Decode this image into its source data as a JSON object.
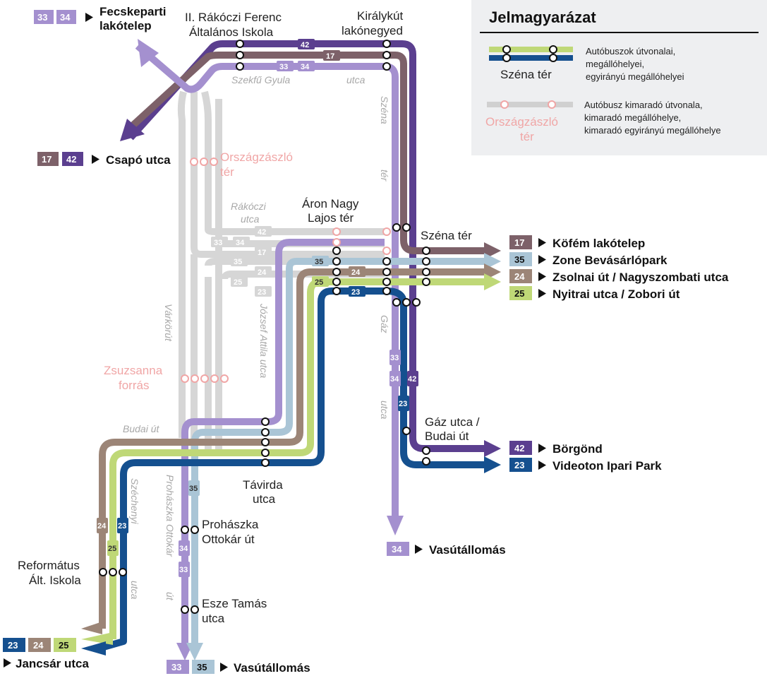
{
  "colors": {
    "r17": "#7d6169",
    "r42": "#5b3f8f",
    "r33": "#a490cf",
    "r34": "#a490cf",
    "r35": "#aac5d6",
    "r24": "#9c8577",
    "r25": "#bfd877",
    "r23": "#15508f",
    "omitted": "#d6d6d6",
    "omitted_stop": "#f0a6a6"
  },
  "legend": {
    "title": "Jelmagyarázat",
    "active_text": [
      "Autóbuszok útvonalai,",
      "megállóhelyei,",
      "egyirányú megállóhelyei"
    ],
    "active_stop": "Széna tér",
    "omitted_text": [
      "Autóbusz kimaradó útvonala,",
      "kimaradó megállóhelye,",
      "kimaradó egyirányú megállóhelye"
    ],
    "omitted_stop": [
      "Országzászló",
      "tér"
    ]
  },
  "stops": {
    "rakoczi_school": [
      "II. Rákóczi Ferenc",
      "Általános Iskola"
    ],
    "kiralykut": [
      "Királykút",
      "lakónegyed"
    ],
    "orszagzaszlo": [
      "Országzászló",
      "tér"
    ],
    "aron_nagy": [
      "Áron Nagy",
      "Lajos tér"
    ],
    "szena_ter": "Széna tér",
    "zsuzsanna": [
      "Zsuzsanna",
      "forrás"
    ],
    "gaz_budai": [
      "Gáz utca /",
      "Budai út"
    ],
    "tavirda": [
      "Távirda",
      "utca"
    ],
    "prohaszka": [
      "Prohászka",
      "Ottokár út"
    ],
    "reformatus": [
      "Református",
      "Ált. Iskola"
    ],
    "esze": [
      "Esze Tamás",
      "utca"
    ]
  },
  "streets": {
    "szekfu": "Szekfű Gyula",
    "utca1": "utca",
    "szena_word": "Széna",
    "ter_word": "tér",
    "rakoczi": [
      "Rákóczi",
      "utca"
    ],
    "varkorut": "Várkörút",
    "jozsef": "József Attila utca",
    "gaz": "Gáz",
    "utca_gaz": "utca",
    "budai": "Budai út",
    "szechenyi": "Széchenyi",
    "utca_sz": "utca",
    "prohaszka_st": "Prohászka Ottokár",
    "ut": "út"
  },
  "destinations": {
    "fecskeparti": {
      "routes": [
        "33",
        "34"
      ],
      "name": [
        "Fecskeparti",
        "lakótelep"
      ]
    },
    "csapo": {
      "routes": [
        "17",
        "42"
      ],
      "name": "Csapó utca"
    },
    "kofem": {
      "routes": [
        "17"
      ],
      "name": "Köfém lakótelep"
    },
    "zone": {
      "routes": [
        "35"
      ],
      "name": "Zone Bevásárlópark"
    },
    "zsolnai": {
      "routes": [
        "24"
      ],
      "name": "Zsolnai út / Nagyszombati utca"
    },
    "nyitrai": {
      "routes": [
        "25"
      ],
      "name": "Nyitrai utca / Zobori út"
    },
    "borgond": {
      "routes": [
        "42"
      ],
      "name": "Börgönd"
    },
    "videoton": {
      "routes": [
        "23"
      ],
      "name": "Videoton Ipari Park"
    },
    "vasut34": {
      "routes": [
        "34"
      ],
      "name": "Vasútállomás"
    },
    "jancsar": {
      "routes": [
        "23",
        "24",
        "25"
      ],
      "name": "Jancsár utca"
    },
    "vasut3335": {
      "routes": [
        "33",
        "35"
      ],
      "name": "Vasútállomás"
    }
  },
  "route_tags": {
    "r42": "42",
    "r17": "17",
    "r33": "33",
    "r34": "34",
    "r35": "35",
    "r24": "24",
    "r25": "25",
    "r23": "23"
  }
}
